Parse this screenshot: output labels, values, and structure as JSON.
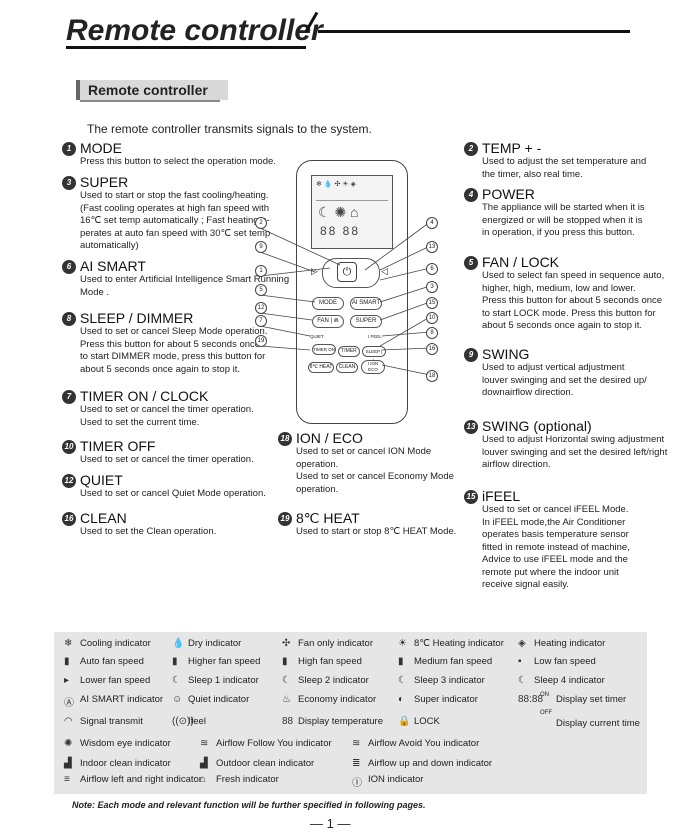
{
  "page": {
    "title": "Remote controller",
    "section": "Remote controller",
    "intro": "The remote controller transmits signals  to the system.",
    "note": "Note: Each mode and relevant function will be further specified in following pages.",
    "page_number": "— 1 —"
  },
  "left": [
    {
      "n": "1",
      "head": "MODE",
      "lines": [
        "Press this button to select the operation mode."
      ]
    },
    {
      "n": "3",
      "head": "SUPER",
      "lines": [
        "Used to start or stop the fast cooling/heating.",
        "(Fast cooling operates at high fan speed with",
        "16℃ set temp automatically ; Fast heating o-",
        "perates at auto fan speed with 30℃ set temp",
        "automatically)"
      ]
    },
    {
      "n": "6",
      "head": "AI SMART",
      "lines": [
        "Used to enter Artificial Intelligence Smart Running",
        "Mode ."
      ]
    },
    {
      "n": "8",
      "head": "SLEEP / DIMMER",
      "lines": [
        "Used to set or cancel Sleep Mode operation.",
        "Press  this button  for  about  5 seconds  once",
        "to  start  DIMMER mode, press  this button  for",
        "about  5 seconds  once  again  to  stop  it."
      ]
    },
    {
      "n": "7",
      "head": "TIMER ON / CLOCK",
      "lines": [
        "Used to set or cancel the timer operation.",
        "Used to set the current time."
      ]
    },
    {
      "n": "10",
      "head": "TIMER OFF",
      "lines": [
        "Used to set or cancel the timer operation."
      ]
    },
    {
      "n": "12",
      "head": "QUIET",
      "lines": [
        "Used to set or cancel Quiet Mode operation."
      ]
    },
    {
      "n": "16",
      "head": "CLEAN",
      "lines": [
        "Used to set  the Clean operation."
      ]
    }
  ],
  "right": [
    {
      "n": "2",
      "head": "TEMP + -",
      "lines": [
        "Used to adjust  the set temperature and",
        "the timer, also real time."
      ]
    },
    {
      "n": "4",
      "head": "POWER",
      "lines": [
        "The appliance will be started when it is",
        "energized or will be stopped when it is",
        "in operation, if you press this button."
      ]
    },
    {
      "n": "5",
      "head": "FAN / LOCK",
      "lines": [
        "Used to select fan speed in sequence auto,",
        "higher, high, medium, low and lower.",
        "Press  this button  for  about  5 seconds  once",
        "to  start  LOCK mode. Press  this button  for",
        "about  5 seconds  once  again  to  stop  it."
      ]
    },
    {
      "n": "9",
      "head": "SWING",
      "lines": [
        "Used to adjust vertical adjustment",
        "louver swinging and set the desired up/",
        "downairflow direction."
      ]
    },
    {
      "n": "13",
      "head": "SWING (optional)",
      "lines": [
        "Used to adjust Horizontal swing adjustment",
        "louver swinging and set the desired left/right",
        "airflow direction."
      ]
    },
    {
      "n": "15",
      "head": "iFEEL",
      "lines": [
        "Used to set or cancel iFEEL Mode.",
        "In iFEEL mode,the Air Conditioner",
        "operates basis temperature sensor",
        "fitted in remote instead of machine,",
        "Advice to use iFEEL mode and the",
        "remote put where the indoor unit",
        "receive signal easily."
      ]
    }
  ],
  "center": [
    {
      "n": "18",
      "head": "ION / ECO",
      "lines": [
        "Used to set or cancel ION Mode",
        "operation.",
        "Used to set or cancel Economy Mode",
        "operation."
      ]
    },
    {
      "n": "19",
      "head": "8℃ HEAT",
      "lines": [
        "Used to start or stop  8℃ HEAT Mode."
      ]
    }
  ],
  "remote": {
    "btn_mode": "MODE",
    "btn_ai": "AI SMART",
    "btn_fan": "FAN | ⋒",
    "btn_super": "SUPER",
    "btn_timer": "TIMER",
    "btn_clean": "CLEAN",
    "btn_heat": "8℃ HEAT",
    "btn_ion": "I ION\nECO",
    "lbl_quiet": "QUIET",
    "lbl_ifeel": "I FEEL",
    "lbl_sleep": "SLEEP | ☾",
    "callouts_left": [
      "2",
      "9",
      "1",
      "5",
      "12",
      "7",
      "19"
    ],
    "callouts_right": [
      "4",
      "13",
      "6",
      "3",
      "15",
      "10",
      "8",
      "16",
      "18"
    ]
  },
  "legend": [
    [
      {
        "i": "❄",
        "t": "Cooling indicator"
      },
      {
        "i": "💧",
        "t": "Dry indicator"
      },
      {
        "i": "✣",
        "t": "Fan only indicator"
      },
      {
        "i": "☀",
        "t": "8℃ Heating indicator"
      },
      {
        "i": "◈",
        "t": "Heating indicator"
      }
    ],
    [
      {
        "i": "▮",
        "t": "Auto fan speed"
      },
      {
        "i": "▮",
        "t": "Higher fan speed"
      },
      {
        "i": "▮",
        "t": "High fan speed"
      },
      {
        "i": "▮",
        "t": "Medium fan speed"
      },
      {
        "i": "▪",
        "t": "Low fan speed"
      }
    ],
    [
      {
        "i": "▸",
        "t": "Lower fan speed"
      },
      {
        "i": "☾",
        "t": "Sleep 1  indicator"
      },
      {
        "i": "☾",
        "t": "Sleep 2  indicator"
      },
      {
        "i": "☾",
        "t": "Sleep 3  indicator"
      },
      {
        "i": "☾",
        "t": "Sleep 4  indicator"
      }
    ],
    [
      {
        "i": "Ⓐ",
        "t": "AI SMART indicator"
      },
      {
        "i": "☺",
        "t": "Quiet  indicator"
      },
      {
        "i": "♨",
        "t": "Economy  indicator"
      },
      {
        "i": "◐",
        "t": "Super  indicator"
      },
      {
        "i": "88:88",
        "t": "Display set timer"
      }
    ],
    [
      {
        "i": "◠",
        "t": "Signal transmit"
      },
      {
        "i": "((⊙))",
        "t": "Ifeel"
      },
      {
        "i": "88",
        "t": "Display temperature"
      },
      {
        "i": "🔒",
        "t": "LOCK"
      },
      {
        "i": "",
        "t": "Display current time"
      }
    ],
    [
      {
        "i": "✺",
        "t": "Wisdom eye  indicator"
      },
      {
        "i": "≋",
        "t": "Airflow Follow You  indicator"
      },
      {
        "i": "≋",
        "t": "Airflow Avoid You  indicator"
      }
    ],
    [
      {
        "i": "▟",
        "t": "Indoor  clean indicator"
      },
      {
        "i": "▟",
        "t": "Outdoor  clean indicator"
      },
      {
        "i": "≣",
        "t": "Airflow up and down  indicator"
      }
    ],
    [
      {
        "i": "≡",
        "t": "Airflow left and right  indicator"
      },
      {
        "i": "⌂",
        "t": "Fresh indicator"
      },
      {
        "i": "Ⓘ",
        "t": "ION indicator"
      }
    ]
  ],
  "legend_extra": {
    "timer_on": "ON",
    "timer_off": "OFF"
  }
}
